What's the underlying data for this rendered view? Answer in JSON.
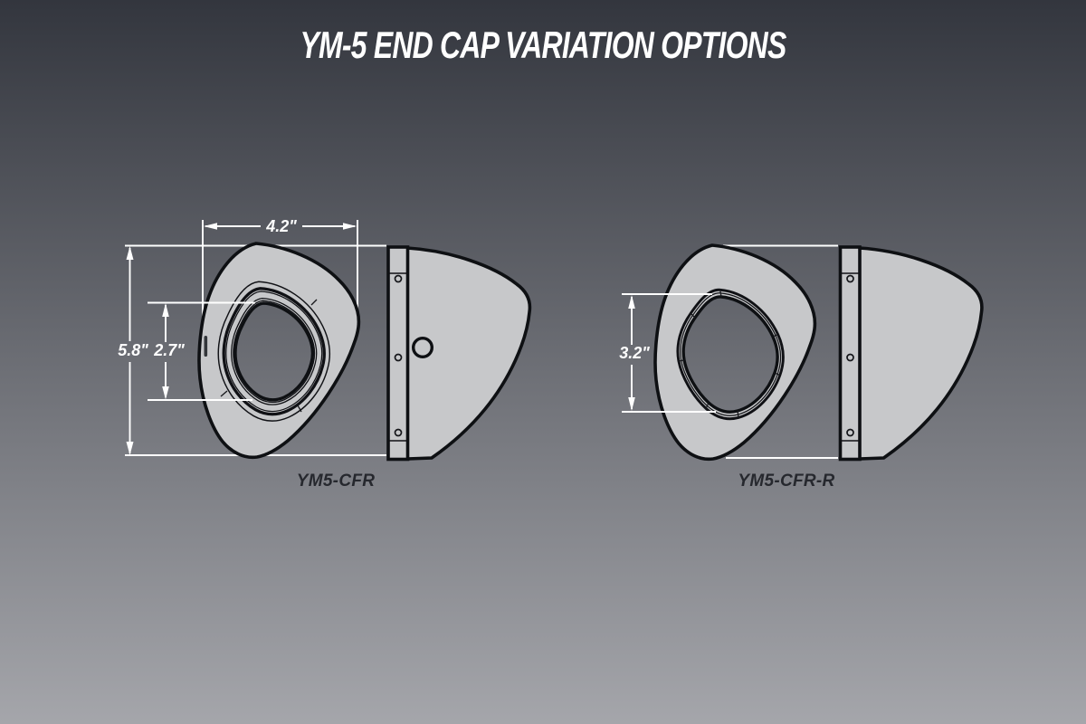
{
  "title": "YM-5 END CAP VARIATION OPTIONS",
  "colors": {
    "bg_top": "#33363e",
    "bg_bottom": "#a5a6ab",
    "cap_fill": "#c7c8ca",
    "outline": "#0e1013",
    "dimension": "#ffffff",
    "part_label": "#26282e"
  },
  "diagrams": [
    {
      "label": "YM5-CFR",
      "dimensions": {
        "width": "4.2\"",
        "height": "5.8\"",
        "opening": "2.7\""
      }
    },
    {
      "label": "YM5-CFR-R",
      "dimensions": {
        "opening": "3.2\""
      }
    }
  ]
}
